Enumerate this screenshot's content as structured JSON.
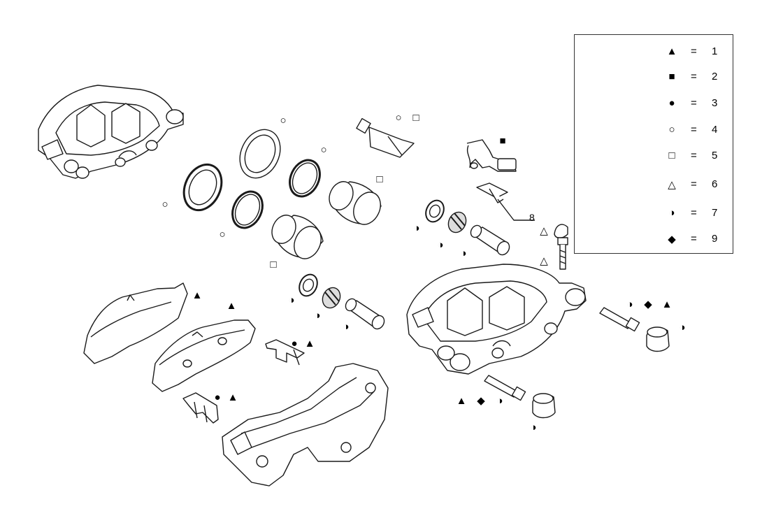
{
  "symbols": {
    "tri_filled": "▲",
    "sq_filled": "■",
    "circ_filled": "●",
    "circ_open": "○",
    "sq_open": "□",
    "tri_open": "△",
    "half_circ": "◑",
    "diamond": "◆"
  },
  "legend": [
    {
      "symbol": "▲",
      "eq": "=",
      "num": "1"
    },
    {
      "symbol": "■",
      "eq": "=",
      "num": "2"
    },
    {
      "symbol": "●",
      "eq": "=",
      "num": "3"
    },
    {
      "symbol": "○",
      "eq": "=",
      "num": "4"
    },
    {
      "symbol": "□",
      "eq": "=",
      "num": "5"
    },
    {
      "symbol": "△",
      "eq": "=",
      "num": "6"
    },
    {
      "symbol": "◑",
      "eq": "=",
      "num": "7"
    },
    {
      "symbol": "◆",
      "eq": "=",
      "num": "9"
    }
  ],
  "callout": {
    "label": "8"
  },
  "colors": {
    "line": "#1a1a1a",
    "fill": "#ffffff",
    "dark": "#222222"
  }
}
